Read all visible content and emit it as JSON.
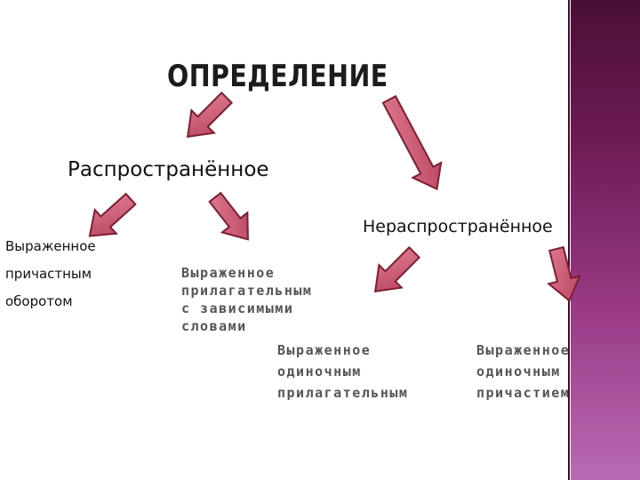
{
  "title": "ОПРЕДЕЛЕНИЕ",
  "nodes": {
    "widespread": "Распространённое",
    "non_widespread": "Нераспространённое",
    "participial_phrase": "Выраженное\nпричастным\nоборотом",
    "adjective_with_dependents": "Выраженное\nприлагательным\nс зависимыми\nсловами",
    "single_adjective": "Выраженное\nодиночным\nприлагательным",
    "single_participle": "Выраженное\nодиночным\nпричастием"
  },
  "colors": {
    "arrow_fill": "#d2607a",
    "arrow_stroke": "#7a1f33",
    "side_bar_top": "#4a0f35",
    "side_bar_bottom": "#b96bb1"
  }
}
